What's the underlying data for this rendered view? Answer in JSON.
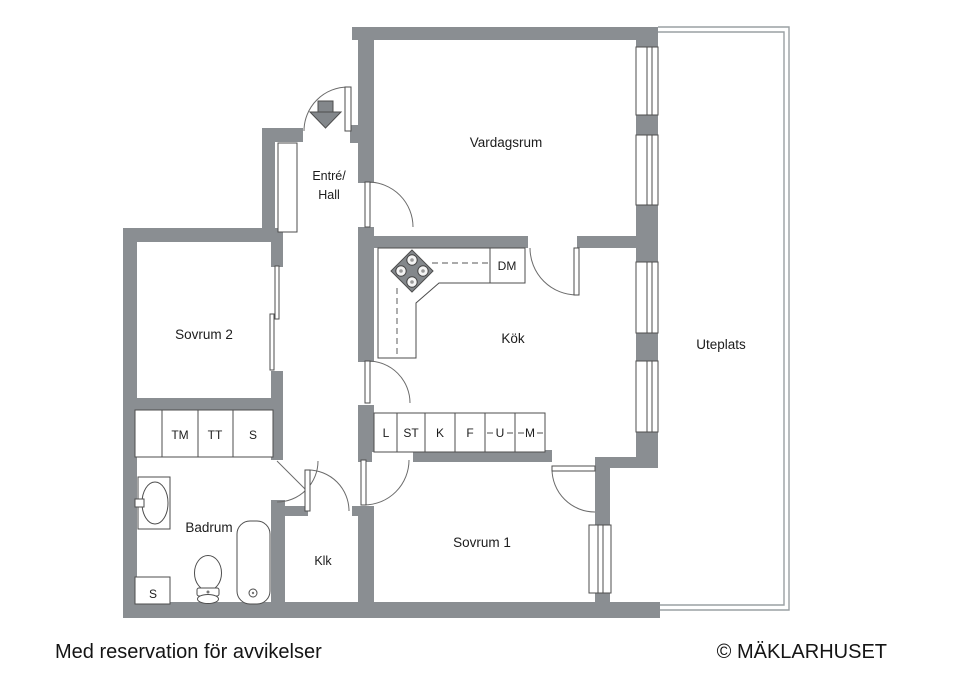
{
  "colors": {
    "wall": "#8a8e92",
    "outline": "#4d4d4d",
    "door_arc": "#6b6b6b",
    "patio_border": "#9aa0a3",
    "fixture": "#83878b",
    "text": "#1c1c1c"
  },
  "rooms": {
    "living_room": "Vardagsrum",
    "hall_line1": "Entré/",
    "hall_line2": "Hall",
    "bedroom2": "Sovrum 2",
    "kitchen": "Kök",
    "patio": "Uteplats",
    "bathroom": "Badrum",
    "closet_room": "Klk",
    "bedroom1": "Sovrum 1"
  },
  "appliances": {
    "dishwasher": "DM",
    "washing_machine": "TM",
    "tumble_dryer": "TT",
    "cabinet_upper": "S",
    "cabinet_lower": "S",
    "linen_closet": "L",
    "cleaning_closet": "ST",
    "fridge": "K",
    "freezer": "F",
    "oven": "U",
    "microwave": "M"
  },
  "footer": {
    "disclaimer": "Med reservation för avvikelser",
    "brand": "© MÄKLARHUSET"
  }
}
